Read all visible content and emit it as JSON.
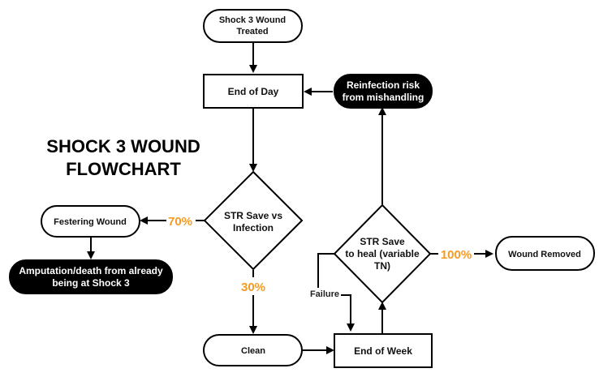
{
  "title": {
    "line1": "SHOCK 3 WOUND",
    "line2": "FLOWCHART"
  },
  "nodes": {
    "start": "Shock 3 Wound|Treated",
    "end_of_day": "End of Day",
    "reinfection": "Reinfection risk|from mishandling",
    "str_infection": "STR Save vs|Infection",
    "festering": "Festering Wound",
    "amputation": "Amputation/death from already|being at Shock 3",
    "str_heal": "STR Save|to heal (variable|TN)",
    "wound_removed": "Wound Removed",
    "clean": "Clean",
    "end_of_week": "End of Week"
  },
  "edge_labels": {
    "infection_fail_pct": "70%",
    "infection_pass_pct": "30%",
    "heal_pass_pct": "100%",
    "heal_failure": "Failure"
  },
  "colors": {
    "stroke": "#000000",
    "accent": "#f59a23",
    "dark_fill": "#000000",
    "light_fill": "#ffffff"
  }
}
